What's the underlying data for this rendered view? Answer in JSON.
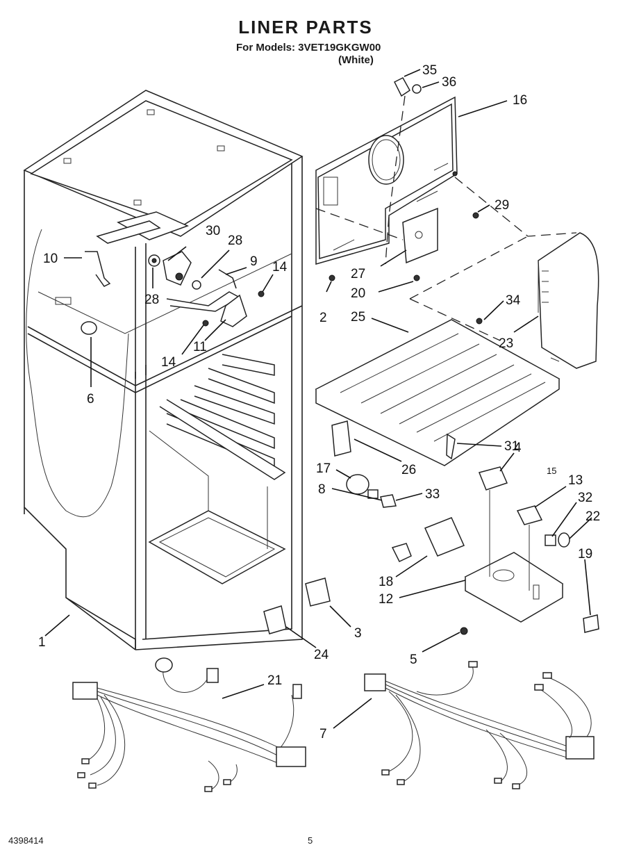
{
  "header": {
    "title": "LINER PARTS",
    "models_line": "For Models: 3VET19GKGW00",
    "color_line": "(White)"
  },
  "callouts": [
    "1",
    "2",
    "3",
    "4",
    "5",
    "6",
    "7",
    "8",
    "9",
    "10",
    "11",
    "12",
    "13",
    "14",
    "14",
    "15",
    "16",
    "17",
    "18",
    "19",
    "20",
    "21",
    "22",
    "23",
    "24",
    "25",
    "26",
    "27",
    "28",
    "28",
    "29",
    "30",
    "31",
    "32",
    "33",
    "34",
    "35",
    "36"
  ],
  "footer": {
    "doc_number": "4398414",
    "page_number": "5"
  }
}
